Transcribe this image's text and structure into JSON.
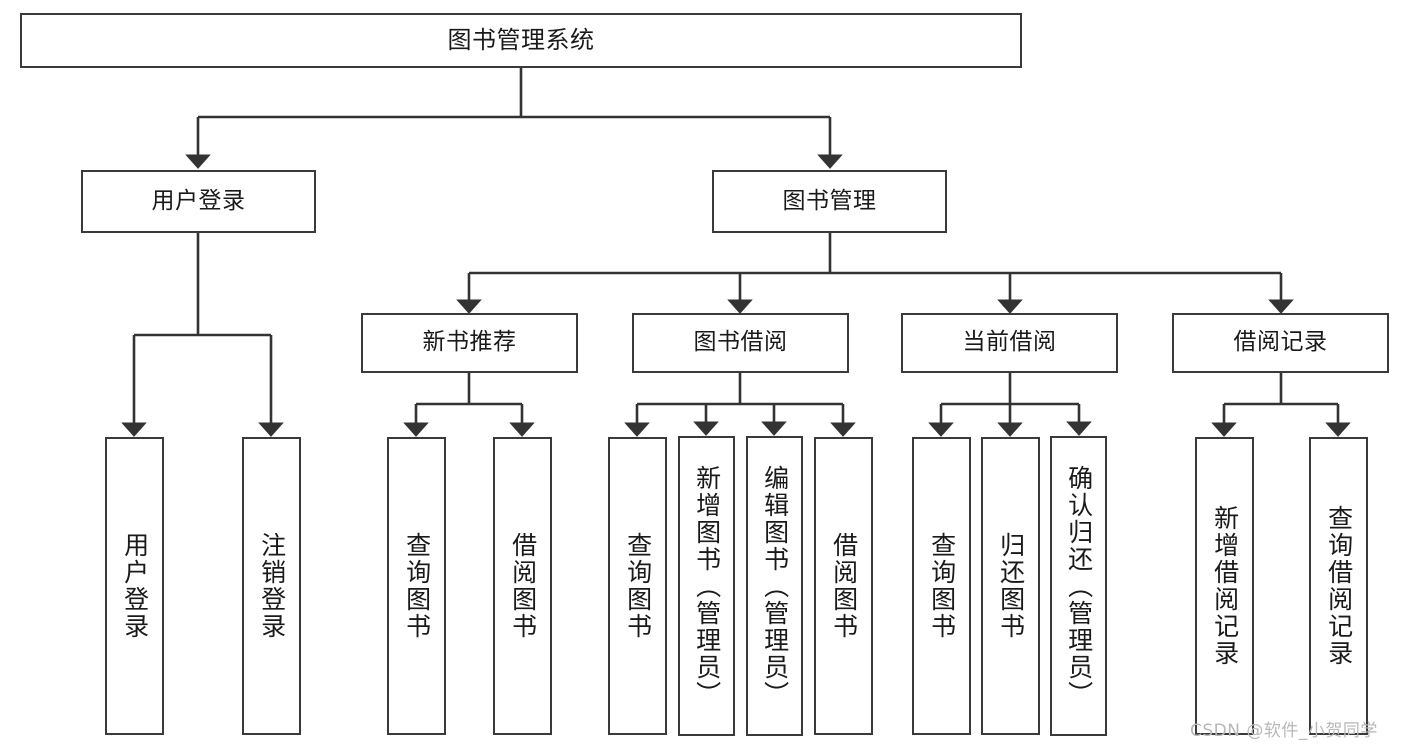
{
  "diagram": {
    "title": "图书管理系统",
    "type": "function-structure-tree",
    "watermark": "CSDN @软件_小贺同学",
    "colors": {
      "box_border": "#3a3a3a",
      "box_fill": "#ffffff",
      "edge": "#333333",
      "text": "#1a1a1a",
      "watermark": "#b8b8b8",
      "background": "#ffffff"
    },
    "levels": {
      "level0": [
        {
          "id": "root",
          "label": "图书管理系统"
        }
      ],
      "level1": [
        {
          "id": "user-login",
          "label": "用户登录"
        },
        {
          "id": "book-manage",
          "label": "图书管理"
        }
      ],
      "level2": [
        {
          "id": "new-book-rec",
          "label": "新书推荐"
        },
        {
          "id": "book-borrow",
          "label": "图书借阅"
        },
        {
          "id": "current-borrow",
          "label": "当前借阅"
        },
        {
          "id": "borrow-record",
          "label": "借阅记录"
        }
      ],
      "leaves": [
        {
          "id": "leaf-user-login",
          "label": "用户登录",
          "parent": "user-login"
        },
        {
          "id": "leaf-logout",
          "label": "注销登录",
          "parent": "user-login"
        },
        {
          "id": "leaf-query-book-1",
          "label": "查询图书",
          "parent": "new-book-rec"
        },
        {
          "id": "leaf-borrow-book-1",
          "label": "借阅图书",
          "parent": "new-book-rec"
        },
        {
          "id": "leaf-query-book-2",
          "label": "查询图书",
          "parent": "book-borrow"
        },
        {
          "id": "leaf-add-book",
          "label": "新增图书（管理员）",
          "parent": "book-borrow"
        },
        {
          "id": "leaf-edit-book",
          "label": "编辑图书（管理员）",
          "parent": "book-borrow"
        },
        {
          "id": "leaf-borrow-book-2",
          "label": "借阅图书",
          "parent": "book-borrow"
        },
        {
          "id": "leaf-query-book-3",
          "label": "查询图书",
          "parent": "current-borrow"
        },
        {
          "id": "leaf-return-book",
          "label": "归还图书",
          "parent": "current-borrow"
        },
        {
          "id": "leaf-confirm-return",
          "label": "确认归还（管理员）",
          "parent": "current-borrow"
        },
        {
          "id": "leaf-add-record",
          "label": "新增借阅记录",
          "parent": "borrow-record"
        },
        {
          "id": "leaf-query-record",
          "label": "查询借阅记录",
          "parent": "borrow-record"
        }
      ]
    }
  }
}
